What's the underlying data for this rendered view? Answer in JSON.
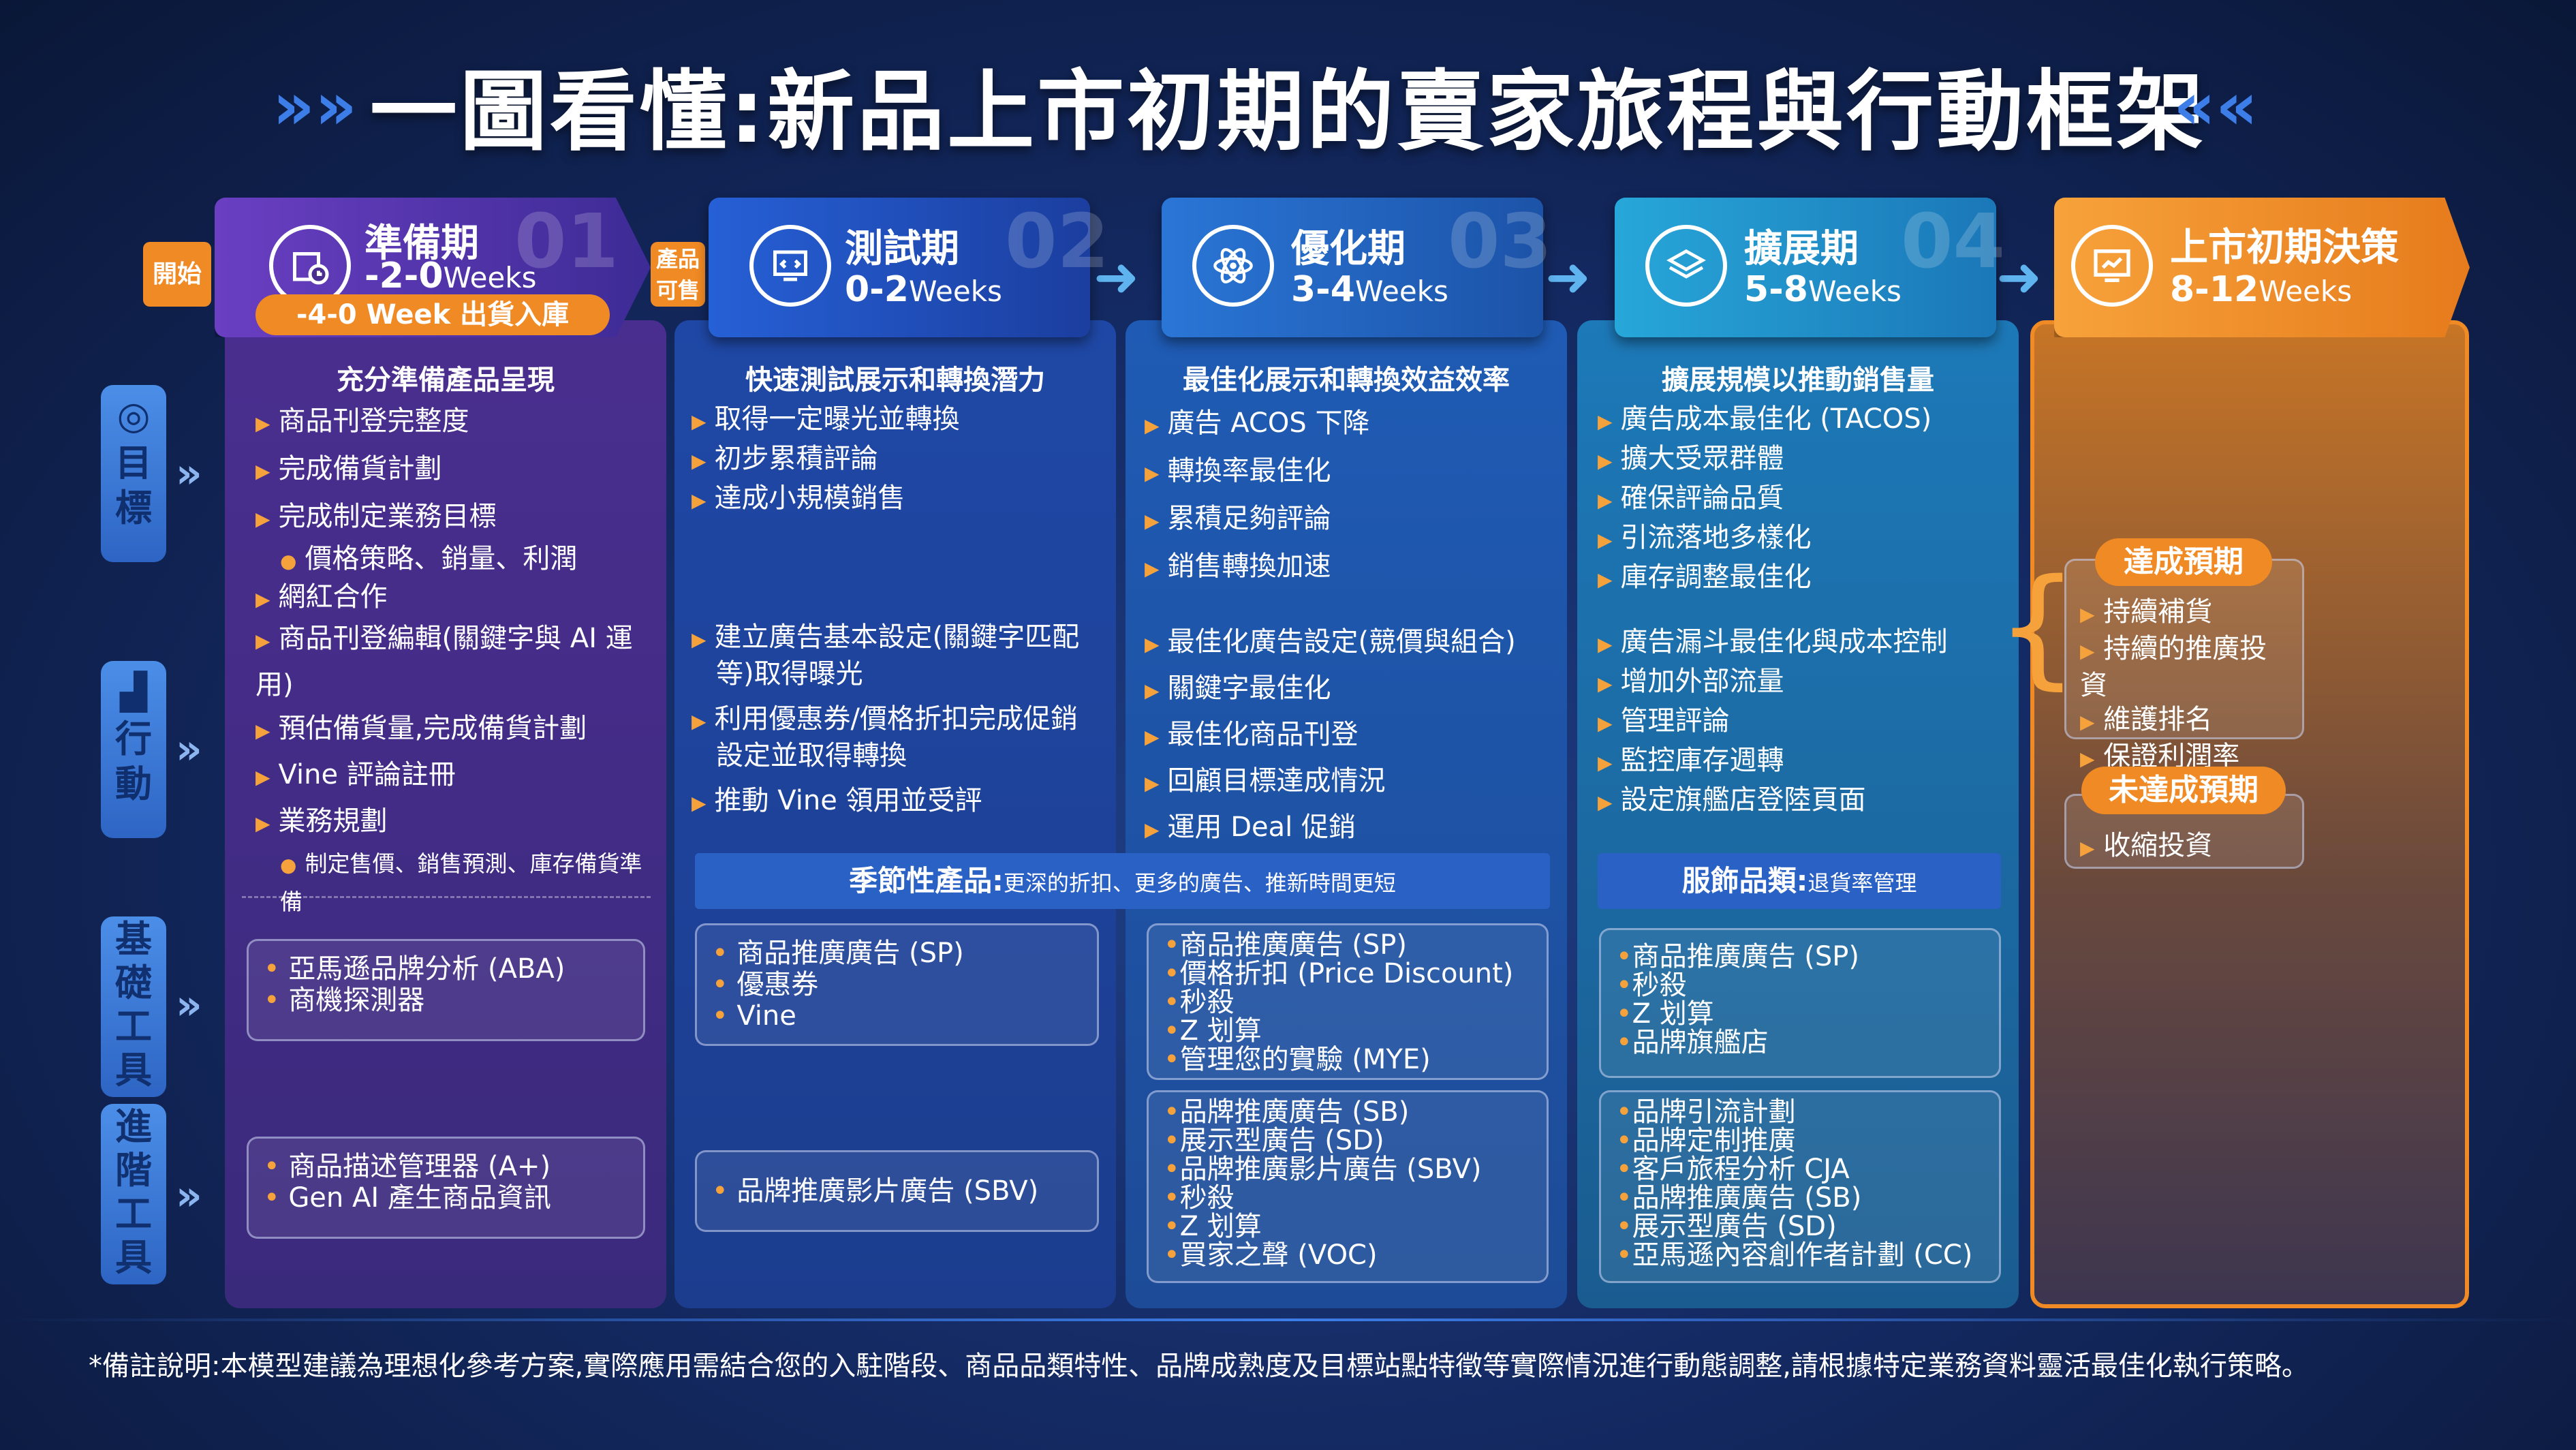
{
  "title": "一圖看懂:新品上市初期的賣家旅程與行動框架",
  "side_tags": {
    "start": "開始",
    "product_ready": "產品可售"
  },
  "row_labels": {
    "goal": [
      "目",
      "標"
    ],
    "action": [
      "行",
      "動"
    ],
    "basic_tools": [
      "基",
      "礎",
      "工",
      "具"
    ],
    "advanced_tools": [
      "進",
      "階",
      "工",
      "具"
    ]
  },
  "phases": [
    {
      "name": "準備期",
      "range": "-2-0",
      "unit": "Weeks",
      "num": "01",
      "badge": "-4-0 Week 出貨入庫",
      "icon": "calendar-icon",
      "goal_title": "充分準備產品呈現",
      "goals": [
        "商品刊登完整度",
        "完成備貨計劃",
        "完成制定業務目標"
      ],
      "goal_sub": "價格策略、銷量、利潤",
      "goal_extra": "網紅合作",
      "actions": [
        "商品刊登編輯(關鍵字與 AI 運用)",
        "預估備貨量,完成備貨計劃",
        "Vine 評論註冊",
        "業務規劃"
      ],
      "action_sub": "制定售價、銷售預測、庫存備貨準備",
      "basic_tools": [
        "亞馬遜品牌分析 (ABA)",
        "商機探測器"
      ],
      "advanced_tools": [
        "商品描述管理器 (A+)",
        "Gen AI 產生商品資訊"
      ]
    },
    {
      "name": "測試期",
      "range": "0-2",
      "unit": "Weeks",
      "num": "02",
      "icon": "code-icon",
      "goal_title": "快速測試展示和轉換潛力",
      "goals": [
        "取得一定曝光並轉換",
        "初步累積評論",
        "達成小規模銷售"
      ],
      "actions": [
        "建立廣告基本設定(關鍵字匹配等)取得曝光",
        "利用優惠券/價格折扣完成促銷設定並取得轉換",
        "推動 Vine 領用並受評"
      ],
      "basic_tools": [
        "商品推廣廣告 (SP)",
        "優惠券",
        "Vine"
      ],
      "advanced_tools": [
        "品牌推廣影片廣告 (SBV)"
      ]
    },
    {
      "name": "優化期",
      "range": "3-4",
      "unit": "Weeks",
      "num": "03",
      "icon": "atom-icon",
      "goal_title": "最佳化展示和轉換效益效率",
      "goals": [
        "廣告 ACOS 下降",
        "轉換率最佳化",
        "累積足夠評論",
        "銷售轉換加速"
      ],
      "actions": [
        "最佳化廣告設定(競價與組合)",
        "關鍵字最佳化",
        "最佳化商品刊登",
        "回顧目標達成情況",
        "運用 Deal 促銷"
      ],
      "basic_tools": [
        "商品推廣廣告 (SP)",
        "價格折扣 (Price Discount)",
        "秒殺",
        "Z 划算",
        "管理您的實驗 (MYE)"
      ],
      "advanced_tools": [
        "品牌推廣廣告 (SB)",
        "展示型廣告 (SD)",
        "品牌推廣影片廣告 (SBV)",
        "秒殺",
        "Z 划算",
        "買家之聲 (VOC)"
      ]
    },
    {
      "name": "擴展期",
      "range": "5-8",
      "unit": "Weeks",
      "num": "04",
      "icon": "layers-icon",
      "goal_title": "擴展規模以推動銷售量",
      "goals": [
        "廣告成本最佳化 (TACOS)",
        "擴大受眾群體",
        "確保評論品質",
        "引流落地多樣化",
        "庫存調整最佳化"
      ],
      "actions": [
        "廣告漏斗最佳化與成本控制",
        "增加外部流量",
        "管理評論",
        "監控庫存週轉",
        "設定旗艦店登陸頁面"
      ],
      "basic_tools": [
        "商品推廣廣告 (SP)",
        "秒殺",
        "Z 划算",
        "品牌旗艦店"
      ],
      "advanced_tools": [
        "品牌引流計劃",
        "品牌定制推廣",
        "客戶旅程分析 CJA",
        "品牌推廣廣告 (SB)",
        "展示型廣告 (SD)",
        "亞馬遜內容創作者計劃 (CC)"
      ]
    },
    {
      "name": "上市初期決策",
      "range": "8-12",
      "unit": "Weeks",
      "icon": "chart-icon",
      "achieved_title": "達成預期",
      "achieved": [
        "持續補貨",
        "持續的推廣投資",
        "維護排名",
        "保證利潤率"
      ],
      "not_achieved_title": "未達成預期",
      "not_achieved": [
        "收縮投資"
      ]
    }
  ],
  "seasonal": {
    "title": "季節性產品:",
    "desc": "更深的折扣、更多的廣告、推新時間更短"
  },
  "apparel": {
    "title": "服飾品類:",
    "desc": "退貨率管理"
  },
  "footnote": "*備註說明:本模型建議為理想化參考方案,實際應用需結合您的入駐階段、商品品類特性、品牌成熟度及目標站點特徵等實際情況進行動態調整,請根據特定業務資料靈活最佳化執行策略。"
}
